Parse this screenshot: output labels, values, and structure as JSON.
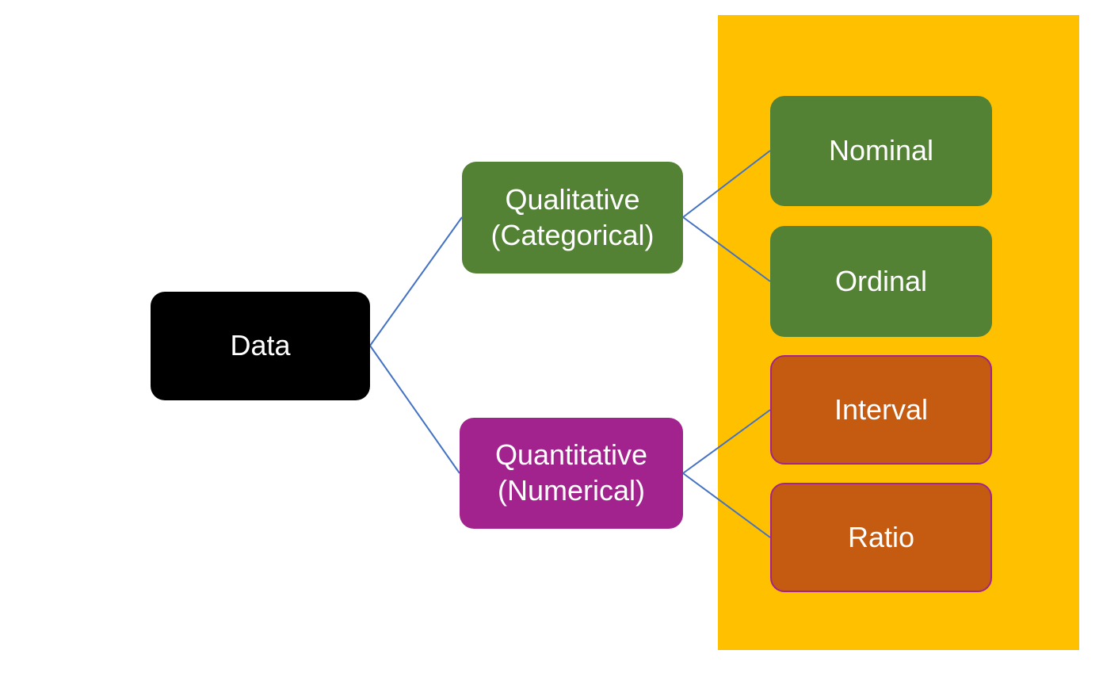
{
  "diagram": {
    "background": "#ffffff",
    "highlight_bg": "#FFC000",
    "connector_color": "#4472C4",
    "text_color": "#ffffff",
    "root": {
      "label": "Data",
      "bg": "#000000"
    },
    "branches": [
      {
        "lines": [
          "Qualitative",
          "(Categorical)"
        ],
        "bg": "#548235"
      },
      {
        "lines": [
          "Quantitative",
          "(Numerical)"
        ],
        "bg": "#A2238E"
      }
    ],
    "leaves": [
      {
        "label": "Nominal",
        "bg": "#548235"
      },
      {
        "label": "Ordinal",
        "bg": "#548235"
      },
      {
        "label": "Interval",
        "bg": "#C55A11",
        "border": "#A2238E"
      },
      {
        "label": "Ratio",
        "bg": "#C55A11",
        "border": "#A2238E"
      }
    ]
  }
}
